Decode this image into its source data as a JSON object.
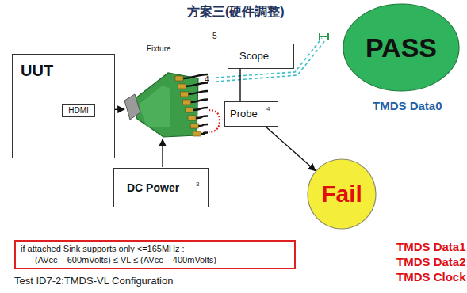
{
  "diagram": {
    "title": "方案三(硬件調整)",
    "caption": "Test ID7-2:TMDS-VL Configuration",
    "nodes": [
      {
        "text": [
          "UUT"
        ]
      },
      {
        "text": [
          "HDMI"
        ],
        "in": 0
      },
      {
        "text": [
          "Scope"
        ]
      },
      {
        "text": [
          "PASS"
        ]
      },
      {
        "text": [
          "Probe"
        ]
      },
      {
        "text": [
          "DC Power"
        ]
      },
      {
        "text": [
          "Fail"
        ]
      },
      {
        "text": [
          "if attached Sink supports only <=165MHz :",
          "(AVcc – 600mVolts) ≤ VL ≤ (AVcc – 400mVolts)"
        ]
      }
    ],
    "edges": [
      {
        "from": 4,
        "to": 2,
        "arrow": "none"
      },
      {
        "from": 4,
        "to": 6,
        "arrow": "to"
      }
    ],
    "labels": [
      "Fixture",
      "5",
      "4",
      "4",
      "3",
      "TMDS Data0",
      "TMDS Data1",
      "TMDS Data2",
      "TMDS Clock"
    ]
  }
}
